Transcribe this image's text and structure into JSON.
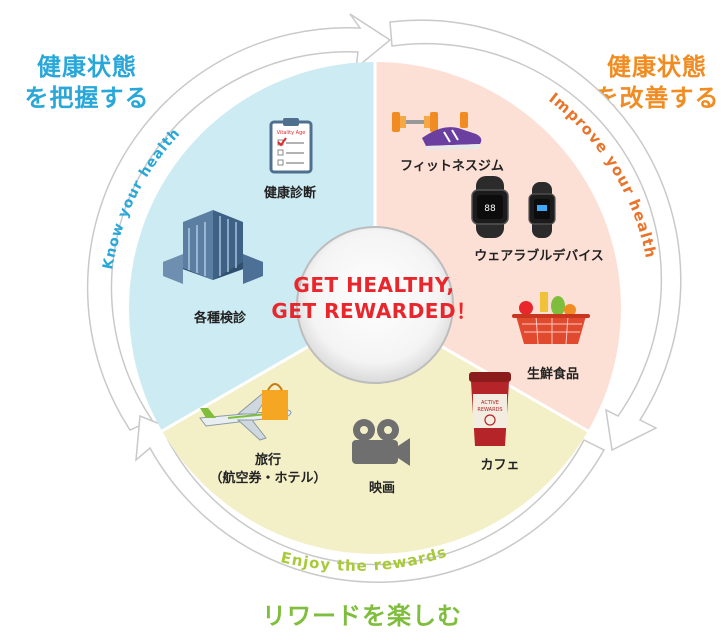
{
  "corner_labels": {
    "know": "健康状態\nを把握する",
    "improve": "健康状態\nを改善する",
    "enjoy": "リワードを楽しむ"
  },
  "ring_labels": {
    "know": "Know your health",
    "improve": "Improve your health",
    "enjoy": "Enjoy the rewards"
  },
  "center": {
    "line1": "GET HEALTHY,",
    "line2": "GET REWARDED！"
  },
  "items": {
    "checkup": "健康診断",
    "exams": "各種検診",
    "gym": "フィットネスジム",
    "wearable": "ウェアラブルデバイス",
    "food": "生鮮食品",
    "cafe": "カフェ",
    "movie": "映画",
    "travel_line1": "旅行",
    "travel_line2": "（航空券・ホテル）"
  },
  "icon_texts": {
    "clipboard_title": "Vitality Age",
    "cup_line1": "ACTIVE",
    "cup_line2": "REWARDS"
  },
  "colors": {
    "know_segment": "#cdebf2",
    "improve_segment": "#fde0d5",
    "enjoy_segment": "#f3f0c8",
    "know_text": "#29a7d9",
    "improve_text": "#f08c22",
    "enjoy_text": "#7fbe3d",
    "slogan": "#e8262b"
  }
}
